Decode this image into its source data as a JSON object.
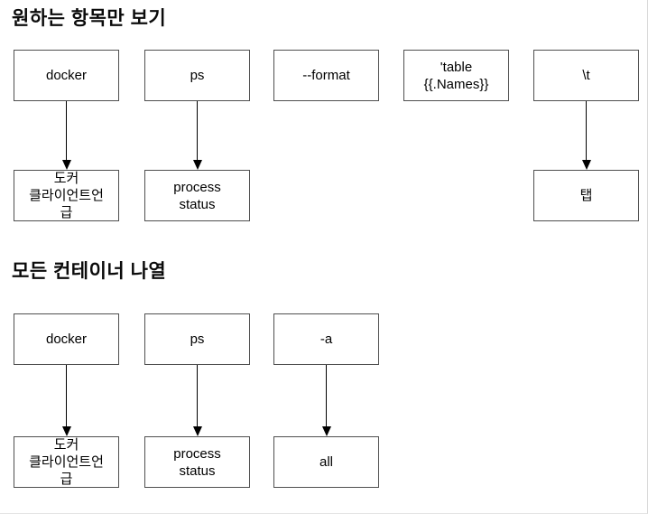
{
  "sections": [
    {
      "title": "원하는 항목만 보기",
      "nodes": {
        "docker": "docker",
        "ps": "ps",
        "format_flag": "--format",
        "table_names": "'table\n{{.Names}}",
        "tab_escape": "\\t",
        "docker_desc": "도커\n클라이언트언\n급",
        "ps_desc": "process\nstatus",
        "tab_desc": "탭"
      }
    },
    {
      "title": "모든 컨테이너 나열",
      "nodes": {
        "docker": "docker",
        "ps": "ps",
        "all_flag": "-a",
        "docker_desc": "도커\n클라이언트언\n급",
        "ps_desc": "process\nstatus",
        "all_desc": "all"
      }
    }
  ],
  "colors": {
    "box_border": "#4f4f4f",
    "arrow": "#000000",
    "text": "#000000",
    "page_edge": "#d8d8d8"
  }
}
